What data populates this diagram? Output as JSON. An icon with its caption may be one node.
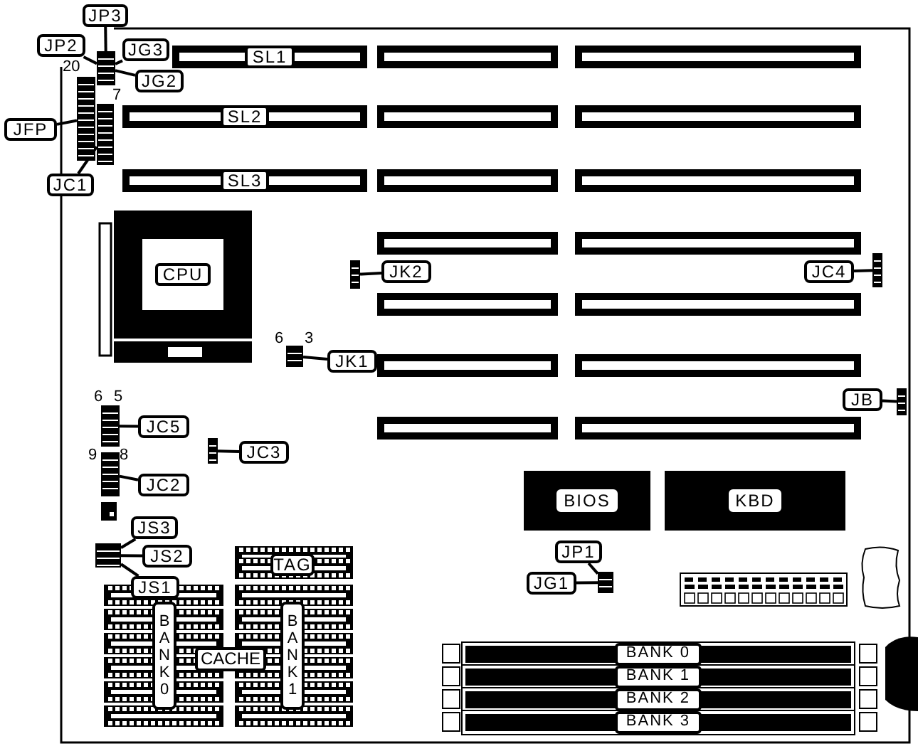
{
  "diagram": {
    "nodes": [
      {
        "text": [
          "JP3"
        ]
      },
      {
        "text": [
          "JP2"
        ]
      },
      {
        "text": [
          "JG3"
        ]
      },
      {
        "text": [
          "JG2"
        ]
      },
      {
        "text": [],
        "shape": "box"
      },
      {
        "text": [
          "SL1"
        ]
      },
      {
        "text": [],
        "shape": "bar"
      },
      {
        "text": [],
        "shape": "bar"
      },
      {
        "text": [
          "JFP"
        ]
      },
      {
        "text": [],
        "shape": "box"
      },
      {
        "text": [],
        "shape": "box"
      },
      {
        "text": [
          "SL2"
        ]
      },
      {
        "text": [],
        "shape": "bar"
      },
      {
        "text": [],
        "shape": "bar"
      },
      {
        "text": [
          "JC1"
        ]
      },
      {
        "text": [
          "SL3"
        ]
      },
      {
        "text": [],
        "shape": "bar"
      },
      {
        "text": [],
        "shape": "bar"
      },
      {
        "text": [
          "CPU"
        ]
      },
      {
        "text": [],
        "shape": "bar"
      },
      {
        "text": [],
        "shape": "bar"
      },
      {
        "text": [],
        "shape": "box"
      },
      {
        "text": [
          "JK2"
        ]
      },
      {
        "text": [
          "JC4"
        ]
      },
      {
        "text": [],
        "shape": "box"
      },
      {
        "text": [],
        "shape": "bar"
      },
      {
        "text": [],
        "shape": "bar"
      },
      {
        "text": [],
        "shape": "box"
      },
      {
        "text": [
          "JK1"
        ]
      },
      {
        "text": [],
        "shape": "bar"
      },
      {
        "text": [],
        "shape": "bar"
      },
      {
        "text": [],
        "shape": "box"
      },
      {
        "text": [
          "JC5"
        ]
      },
      {
        "text": [
          "JB"
        ]
      },
      {
        "text": [],
        "shape": "box"
      },
      {
        "text": [],
        "shape": "box"
      },
      {
        "text": [
          "JC3"
        ]
      },
      {
        "text": [],
        "shape": "bar"
      },
      {
        "text": [],
        "shape": "bar"
      },
      {
        "text": [],
        "shape": "box"
      },
      {
        "text": [
          "JC2"
        ]
      },
      {
        "text": [
          "BIOS"
        ]
      },
      {
        "text": [
          "KBD"
        ]
      },
      {
        "text": [
          "JS3"
        ]
      },
      {
        "text": [
          "JS2"
        ]
      },
      {
        "text": [
          "JS1"
        ]
      },
      {
        "text": [],
        "shape": "box"
      },
      {
        "text": [
          "TAG"
        ]
      },
      {
        "text": [
          "JP1"
        ]
      },
      {
        "text": [
          "JG1"
        ]
      },
      {
        "text": [],
        "shape": "box"
      },
      {
        "text": [
          "BANK 0"
        ]
      },
      {
        "text": [
          "BANK 1"
        ]
      },
      {
        "text": [
          "BANK 0"
        ]
      },
      {
        "text": [
          "BANK 1"
        ]
      },
      {
        "text": [
          "BANK 2"
        ]
      },
      {
        "text": [
          "BANK 3"
        ]
      }
    ],
    "edges": [
      {
        "from": 0,
        "to": 4,
        "arrow": "none"
      },
      {
        "from": 1,
        "to": 4,
        "arrow": "none"
      },
      {
        "from": 2,
        "to": 4,
        "arrow": "none"
      },
      {
        "from": 3,
        "to": 4,
        "arrow": "none"
      },
      {
        "from": 8,
        "to": 9,
        "arrow": "none"
      },
      {
        "from": 14,
        "to": 10,
        "arrow": "none"
      },
      {
        "from": 22,
        "to": 21,
        "arrow": "none"
      },
      {
        "from": 23,
        "to": 24,
        "arrow": "none"
      },
      {
        "from": 28,
        "to": 27,
        "arrow": "none"
      },
      {
        "from": 32,
        "to": 31,
        "arrow": "none"
      },
      {
        "from": 33,
        "to": 34,
        "arrow": "none"
      },
      {
        "from": 36,
        "to": 35,
        "arrow": "none"
      },
      {
        "from": 40,
        "to": 39,
        "arrow": "none"
      },
      {
        "from": 43,
        "to": 46,
        "arrow": "none"
      },
      {
        "from": 44,
        "to": 46,
        "arrow": "none"
      },
      {
        "from": 45,
        "to": 46,
        "arrow": "none"
      },
      {
        "from": 48,
        "to": 50,
        "arrow": "none"
      },
      {
        "from": 49,
        "to": 50,
        "arrow": "none"
      }
    ],
    "labels": [
      "20",
      "7",
      "6",
      "3",
      "6",
      "5",
      "9",
      "8",
      "CACHE"
    ]
  }
}
